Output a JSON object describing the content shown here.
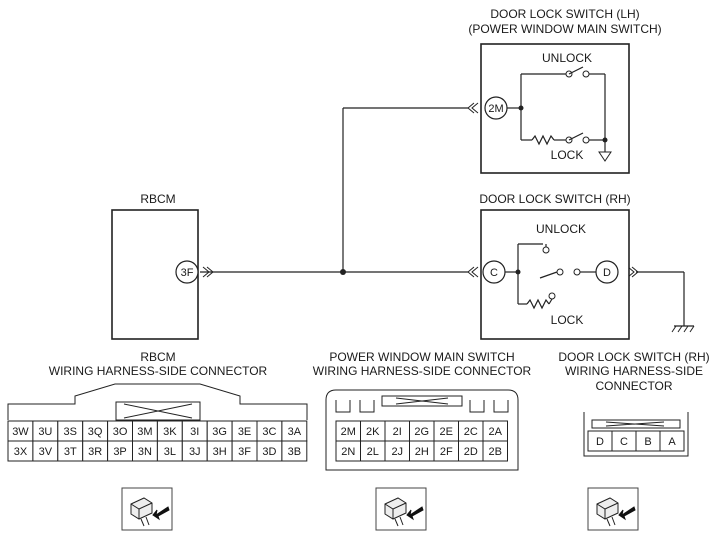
{
  "components": {
    "lh_switch": {
      "title_line1": "DOOR LOCK SWITCH (LH)",
      "title_line2": "(POWER WINDOW MAIN SWITCH)",
      "unlock": "UNLOCK",
      "lock": "LOCK",
      "pin": "2M"
    },
    "rbcm": {
      "title": "RBCM",
      "pin": "3F"
    },
    "rh_switch": {
      "title": "DOOR LOCK SWITCH (RH)",
      "unlock": "UNLOCK",
      "lock": "LOCK",
      "pin_c": "C",
      "pin_d": "D"
    }
  },
  "connectors": {
    "rbcm": {
      "title_line1": "RBCM",
      "title_line2": "WIRING HARNESS-SIDE CONNECTOR",
      "row1": [
        "3W",
        "3U",
        "3S",
        "3Q",
        "3O",
        "3M",
        "3K",
        "3I",
        "3G",
        "3E",
        "3C",
        "3A"
      ],
      "row2": [
        "3X",
        "3V",
        "3T",
        "3R",
        "3P",
        "3N",
        "3L",
        "3J",
        "3H",
        "3F",
        "3D",
        "3B"
      ]
    },
    "pwms": {
      "title_line1": "POWER WINDOW MAIN SWITCH",
      "title_line2": "WIRING HARNESS-SIDE CONNECTOR",
      "row1": [
        "2M",
        "2K",
        "2I",
        "2G",
        "2E",
        "2C",
        "2A"
      ],
      "row2": [
        "2N",
        "2L",
        "2J",
        "2H",
        "2F",
        "2D",
        "2B"
      ]
    },
    "rh": {
      "title_line1": "DOOR LOCK SWITCH (RH)",
      "title_line2": "WIRING HARNESS-SIDE",
      "title_line3": "CONNECTOR",
      "row1": [
        "D",
        "C",
        "B",
        "A"
      ]
    }
  }
}
